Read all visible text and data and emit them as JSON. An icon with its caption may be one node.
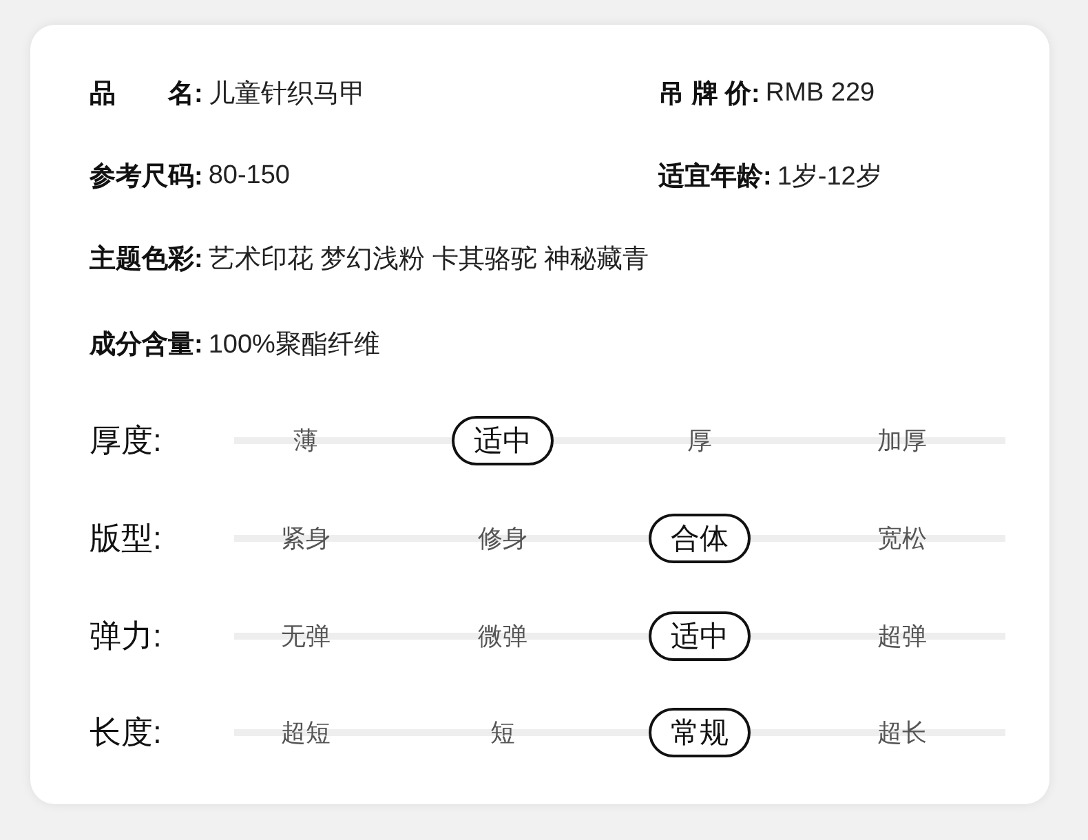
{
  "diagram": {
    "nodes": [
      {
        "text": [
          "适中"
        ]
      },
      {
        "text": [
          "合体"
        ]
      },
      {
        "text": [
          "适中"
        ]
      },
      {
        "text": [
          "常规"
        ]
      }
    ],
    "labels": [
      "品　　名:",
      "儿童针织马甲",
      "吊 牌 价:",
      "RMB 229",
      "参考尺码:",
      "80-150",
      "适宜年龄:",
      "1岁-12岁",
      "主题色彩:",
      "艺术印花 梦幻浅粉 卡其骆驼 神秘藏青",
      "成分含量:",
      "100%聚酯纤维",
      "厚度:",
      "薄",
      "厚",
      "加厚",
      "版型:",
      "紧身",
      "修身",
      "宽松",
      "弹力:",
      "无弹",
      "微弹",
      "超弹",
      "长度:",
      "超短",
      "短",
      "超长"
    ]
  }
}
